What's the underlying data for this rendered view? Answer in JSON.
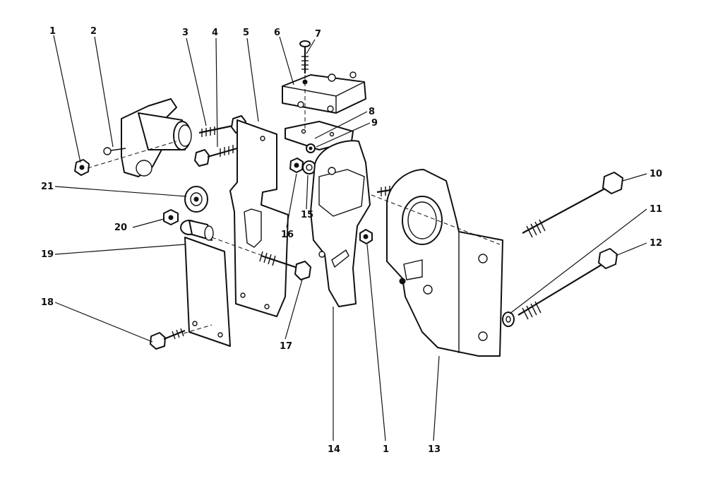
{
  "callouts": {
    "c1a": "1",
    "c2": "2",
    "c3": "3",
    "c4": "4",
    "c5": "5",
    "c6": "6",
    "c7": "7",
    "c8": "8",
    "c9": "9",
    "c10": "10",
    "c11": "11",
    "c12": "12",
    "c13": "13",
    "c14": "14",
    "c1b": "1",
    "c15": "15",
    "c16": "16",
    "c17": "17",
    "c18": "18",
    "c19": "19",
    "c20": "20",
    "c21": "21"
  }
}
